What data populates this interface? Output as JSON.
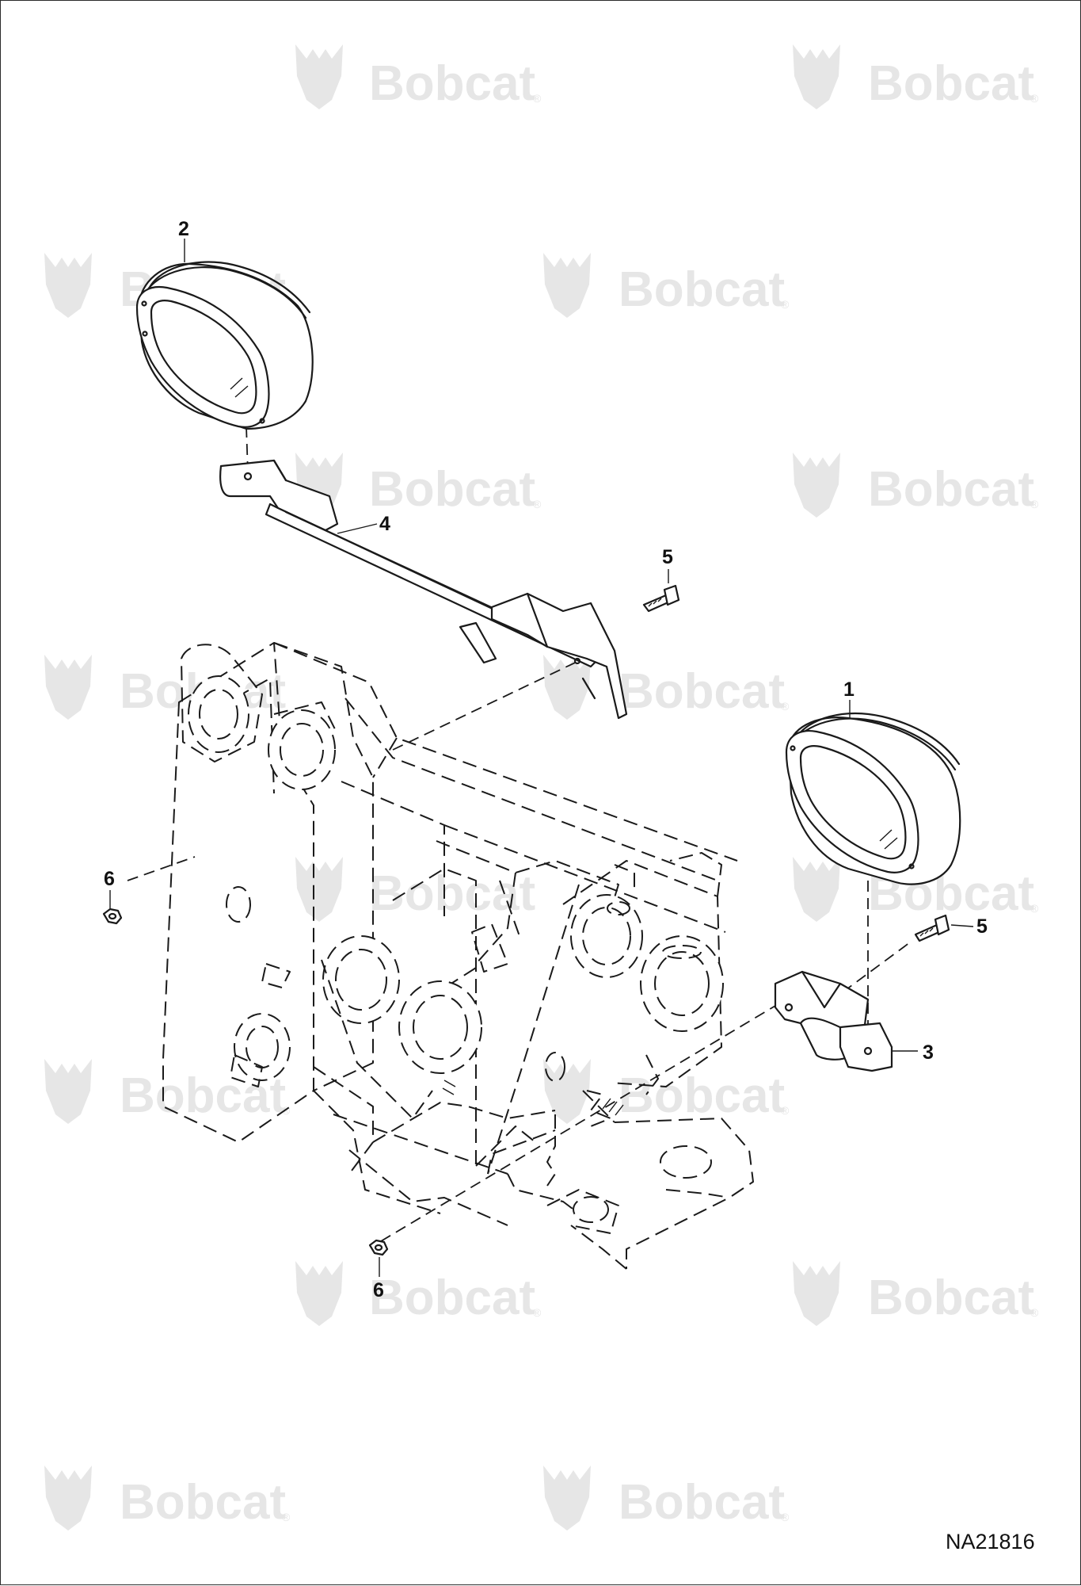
{
  "drawing": {
    "reference": "NA21816",
    "watermark_text": "Bobcat",
    "watermark_mark": "®",
    "watermark_logo_icon": "bobcat-head-logo"
  },
  "callouts": [
    {
      "id": "c1",
      "label": "1",
      "part": "work-light-right"
    },
    {
      "id": "c2",
      "label": "2",
      "part": "work-light-left"
    },
    {
      "id": "c3",
      "label": "3",
      "part": "small-light-bracket"
    },
    {
      "id": "c4",
      "label": "4",
      "part": "light-bar-bracket"
    },
    {
      "id": "c5a",
      "label": "5",
      "part": "bolt"
    },
    {
      "id": "c5b",
      "label": "5",
      "part": "bolt"
    },
    {
      "id": "c6a",
      "label": "6",
      "part": "nut"
    },
    {
      "id": "c6b",
      "label": "6",
      "part": "nut"
    }
  ],
  "colors": {
    "line": "#1a1a1a",
    "watermark": "#e6e6e6",
    "background": "#ffffff"
  }
}
